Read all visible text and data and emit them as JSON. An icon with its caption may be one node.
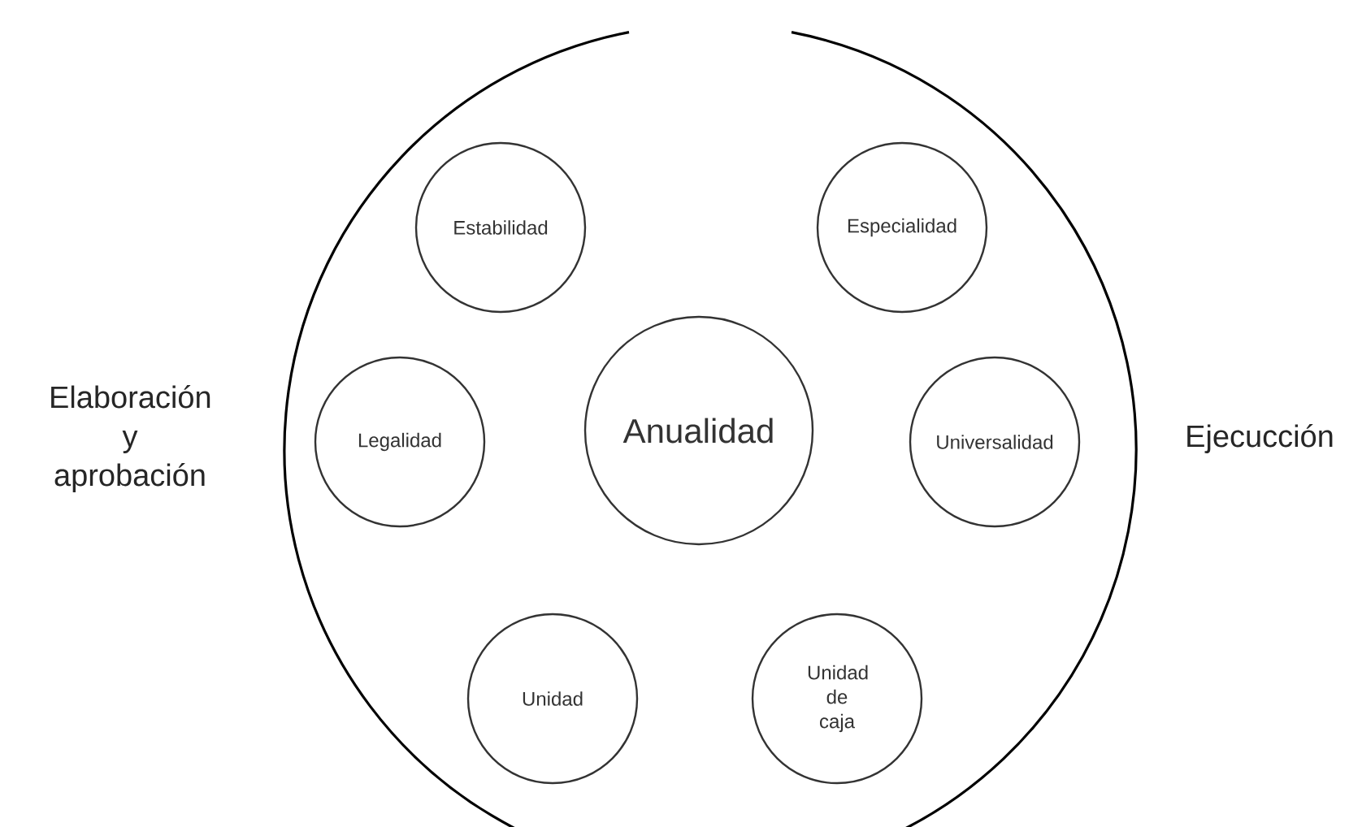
{
  "diagram": {
    "nodes": [
      {
        "text": [],
        "shape": "circle"
      },
      {
        "text": [
          "Estabilidad"
        ],
        "in": 0
      },
      {
        "text": [
          "Especialidad"
        ],
        "in": 0
      },
      {
        "text": [
          "Legalidad"
        ],
        "in": 0
      },
      {
        "text": [
          "Anualidad"
        ],
        "in": 0
      },
      {
        "text": [
          "Universalidad"
        ],
        "in": 0
      },
      {
        "text": [
          "Unidad"
        ],
        "in": 0
      },
      {
        "text": [
          "Unidad de caja"
        ],
        "in": 0
      }
    ],
    "edges": [],
    "labels": [
      "Elaboración y aprobación",
      "Ejecucción"
    ]
  }
}
